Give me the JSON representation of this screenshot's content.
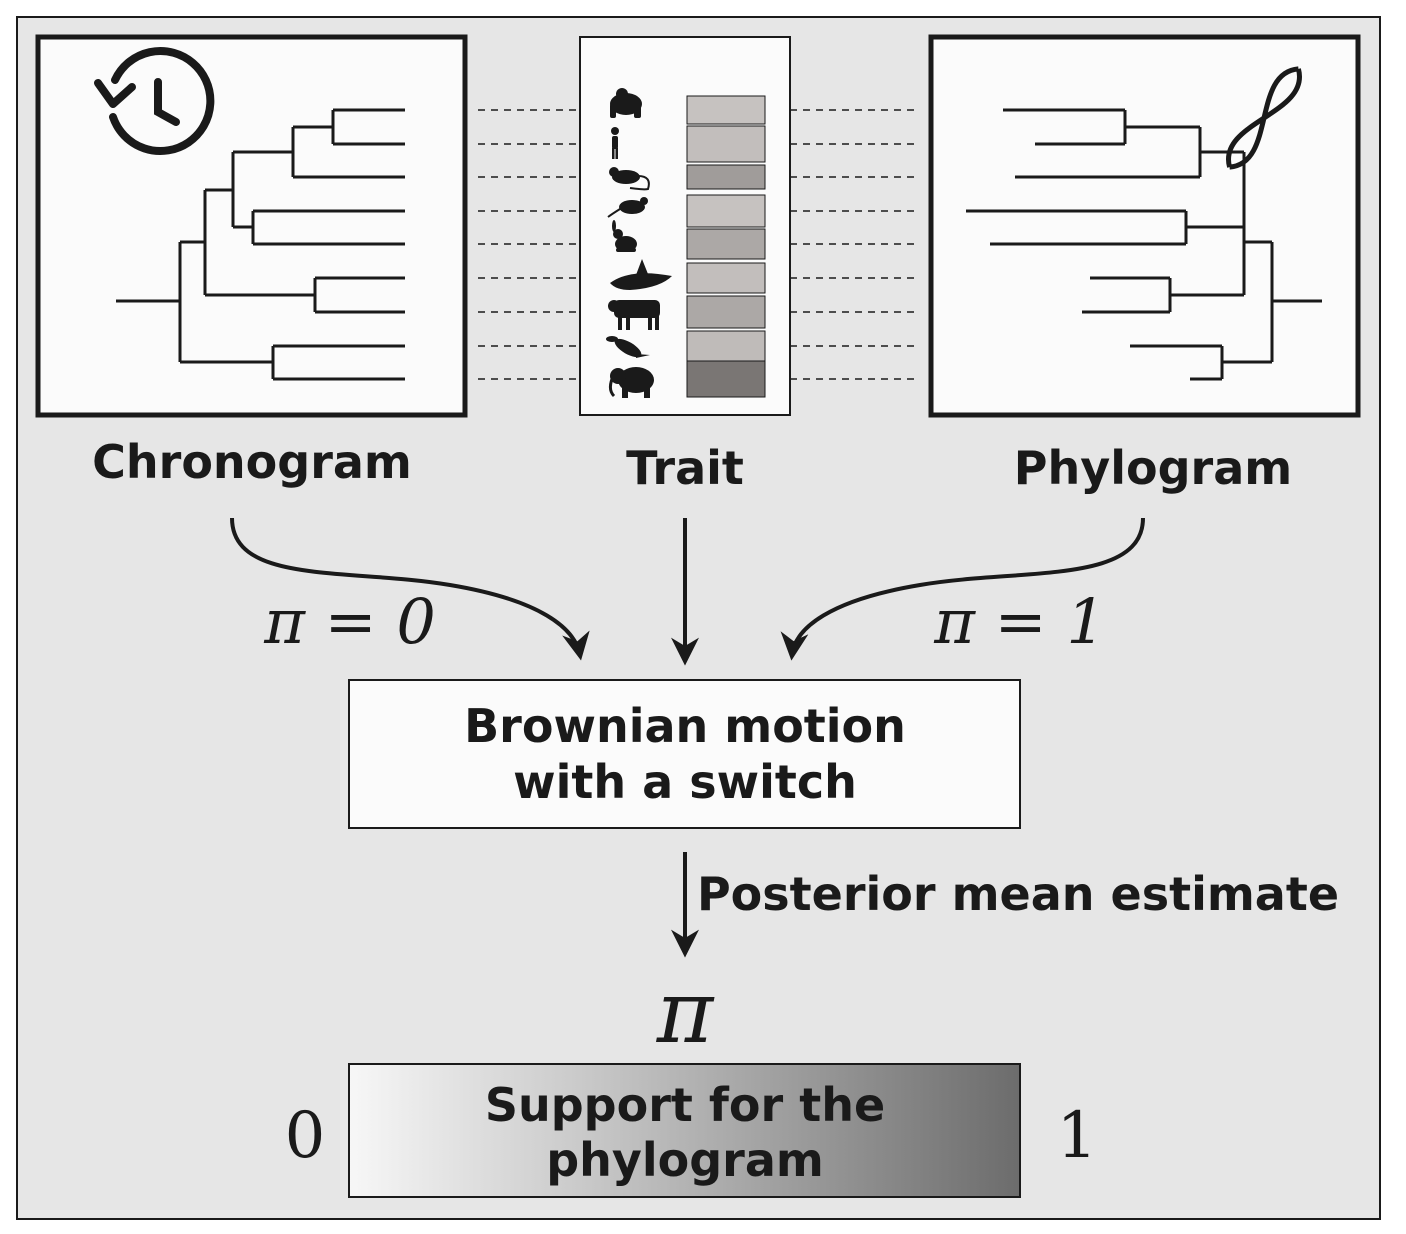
{
  "labels": {
    "chronogram": "Chronogram",
    "trait": "Trait",
    "phylogram": "Phylogram"
  },
  "edges": {
    "pi_zero": "π = 0",
    "pi_one": "π = 1",
    "posterior": "Posterior mean estimate"
  },
  "model": {
    "line1": "Brownian motion",
    "line2": "with a switch"
  },
  "result": {
    "symbol": "π",
    "line1": "Support for the",
    "line2": "phylogram",
    "min": "0",
    "max": "1"
  },
  "icons": {
    "chronogram": "history-clock-icon",
    "phylogram": "dna-icon",
    "taxa": [
      "gorilla-icon",
      "human-icon",
      "lemur-icon",
      "mouse-icon",
      "rabbit-icon",
      "orca-icon",
      "cow-icon",
      "platypus-icon",
      "elephant-icon"
    ]
  },
  "trait_values": [
    0.22,
    0.24,
    0.42,
    0.22,
    0.36,
    0.24,
    0.36,
    0.26,
    0.62
  ],
  "colors": {
    "background": "#e6e6e6",
    "ink": "#1a1a1a",
    "gradient_start": "#f6f6f6",
    "gradient_end": "#6e6e6e"
  }
}
